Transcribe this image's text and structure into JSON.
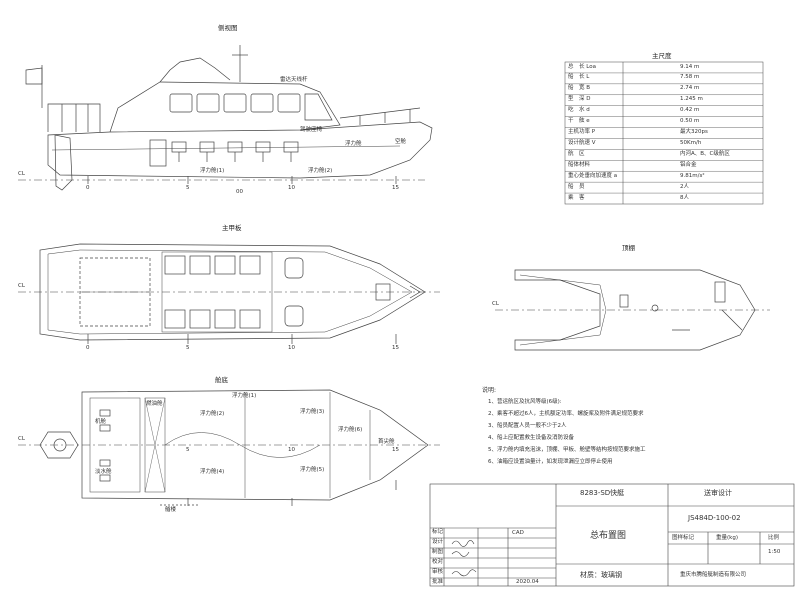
{
  "views": {
    "side": "侧视图",
    "deck": "主甲板",
    "roof": "顶棚",
    "bottom": "舱底"
  },
  "centerline": "CL",
  "frame_numbers": [
    "0",
    "5",
    "10",
    "15"
  ],
  "side_labels": {
    "antenna": "雷达天线杆",
    "seat": "驾驶座椅",
    "void1": "浮力舱",
    "void2": "空舱",
    "dv1": "浮力舱(1)",
    "dv2": "浮力舱(2)",
    "mark": "00"
  },
  "bottom_labels": {
    "engine_room": "机舱",
    "tank": "燃油舱",
    "fresh": "淡水舱",
    "void_a": "浮力舱(1)",
    "void_b": "浮力舱(2)",
    "void_c": "浮力舱(3)",
    "void_d": "浮力舱(4)",
    "void_e": "浮力舱(5)",
    "void_f": "浮力舱(6)",
    "bow": "首尖舱",
    "bridge": "艏楼"
  },
  "main_dims": {
    "title": "主尺度",
    "rows": [
      {
        "k": "总　长 Loa",
        "v": "9.14 m"
      },
      {
        "k": "船　长 L",
        "v": "7.58 m"
      },
      {
        "k": "船　宽 B",
        "v": "2.74 m"
      },
      {
        "k": "型　深 D",
        "v": "1.245 m"
      },
      {
        "k": "吃　水 d",
        "v": "0.42 m"
      },
      {
        "k": "干　舷 e",
        "v": "0.50 m"
      },
      {
        "k": "主机功率 P",
        "v": "最大320ps"
      },
      {
        "k": "设计航速 V",
        "v": "50Km/h"
      },
      {
        "k": "航　区",
        "v": "内河A、B、C级航区"
      },
      {
        "k": "船体材料",
        "v": "铝合金"
      },
      {
        "k": "重心处垂向加速度 a",
        "v": "9.81m/s²"
      },
      {
        "k": "船　员",
        "v": "2人"
      },
      {
        "k": "乘　客",
        "v": "8人"
      }
    ]
  },
  "notes": {
    "title": "说明:",
    "items": [
      "1、营运航区及抗风等级(6级):",
      "2、乘客不超过6人，主机额定功率、螺旋桨及附件满足规范要求",
      "3、船员配置人员一般不少于2人",
      "4、船上应配置救生设备及消防设备",
      "5、浮力舱内填充泡沫，顶棚、甲板、舱壁等结构按规范要求施工",
      "6、油箱应设置油量计，如发现泄漏应立即停止使用"
    ]
  },
  "title_block": {
    "project": "8283-SD快艇",
    "phase": "送审设计",
    "drawing": "总布置图",
    "number": "JS484D-100-02",
    "mark_col": "图样标记",
    "weight_col": "重量(kg)",
    "scale_col": "比例",
    "scale": "1:50",
    "material": "材质：玻璃钢",
    "company": "重庆市腾船艇制造有限公司",
    "date": "2020.04",
    "left_rows": [
      "标记",
      "设计",
      "制图",
      "校对",
      "审核",
      "批准"
    ],
    "cad": "CAD"
  }
}
